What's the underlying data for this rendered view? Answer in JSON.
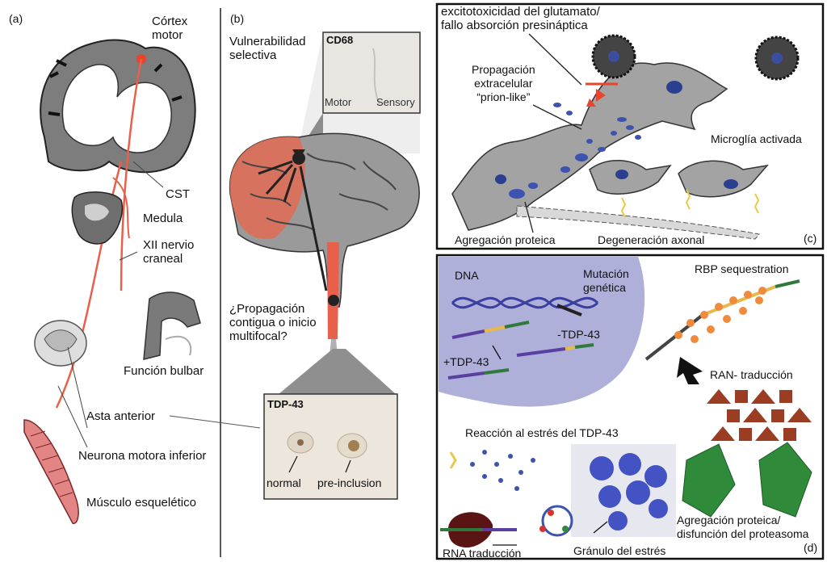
{
  "panel_a": {
    "letter": "(a)",
    "cortex_label": "Córtex\nmotor",
    "cst": "CST",
    "medulla": "Medula",
    "nerve": "XII nervio\ncraneal",
    "bulbar": "Función bulbar",
    "anterior_horn": "Asta anterior",
    "lower_motor_neuron": "Neurona motora inferior",
    "muscle": "Músculo esquelético"
  },
  "panel_b": {
    "letter": "(b)",
    "vulnerability": "Vulnerabilidad\nselectiva",
    "cd68_title": "CD68",
    "cd68_motor": "Motor",
    "cd68_sensory": "Sensory",
    "spread_question": "¿Propagación\ncontigua o inicio\nmultifocal?",
    "tdp_title": "TDP-43",
    "tdp_normal": "normal",
    "tdp_preinclusion": "pre-inclusion"
  },
  "panel_c": {
    "letter": "(c)",
    "glutamate": "excitotoxicidad del glutamato/\nfallo absorción presináptica",
    "prion": "Propagación\nextracelular\n“prion-like”",
    "microglia": "Microglía activada",
    "aggregation": "Agregación proteica",
    "axonal": "Degeneración axonal"
  },
  "panel_d": {
    "letter": "(d)",
    "dna": "DNA",
    "mutation": "Mutación\ngenética",
    "minus_tdp": "-TDP-43",
    "plus_tdp": "+TDP-43",
    "rbp": "RBP sequestration",
    "ran": "RAN- traducción",
    "stress_reaction": "Reacción al estrés del TDP-43",
    "rna_translation": "RNA traducción",
    "stress_granule": "Gránulo del estrés",
    "proteasome": "Agregación proteica/\ndisfunción del proteasoma"
  },
  "colors": {
    "accent_red": "#e8442e",
    "cortex_gray": "#8c8c8c",
    "neuron_gray": "#a3a3a3",
    "dna_bg": "#aeb0da",
    "aggregate_blue": "#3c53b0",
    "green_aggregate": "#2f8a3a",
    "brown_triangles": "#9b3d22"
  }
}
